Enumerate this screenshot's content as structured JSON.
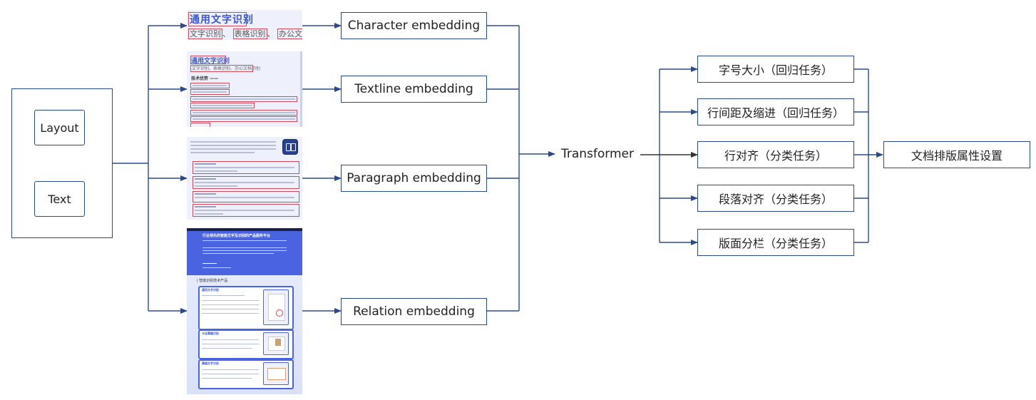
{
  "input": {
    "layout_label": "Layout",
    "text_label": "Text"
  },
  "thumbnails": {
    "character": {
      "title": "通用文字识别",
      "tags": [
        "文字识别",
        "表格识别",
        "办公文档识别"
      ]
    },
    "textline": {
      "title": "通用文字识别",
      "subtitle": "文字识别、表格识别、办公文档识别",
      "section": "技术优势 ——"
    },
    "relation": {
      "banner_title": "行业领先的智能文字及识别的产品服务平台",
      "list_title": "| 智能识别技术产品",
      "card_titles": [
        "通用文字识别",
        "卡证票据识别",
        "票据文字识别"
      ]
    }
  },
  "embeddings": [
    "Character embedding",
    "Textline embedding",
    "Paragraph embedding",
    "Relation embedding"
  ],
  "model_label": "Transformer",
  "tasks": [
    "字号大小（回归任务）",
    "行间距及缩进（回归任务）",
    "行对齐（分类任务）",
    "段落对齐（分类任务）",
    "版面分栏（分类任务）"
  ],
  "output_label": "文档排版属性设置",
  "colors": {
    "line": "#2b4a8e",
    "ocr_box": "#d24a5a",
    "banner": "#4a63e0"
  }
}
